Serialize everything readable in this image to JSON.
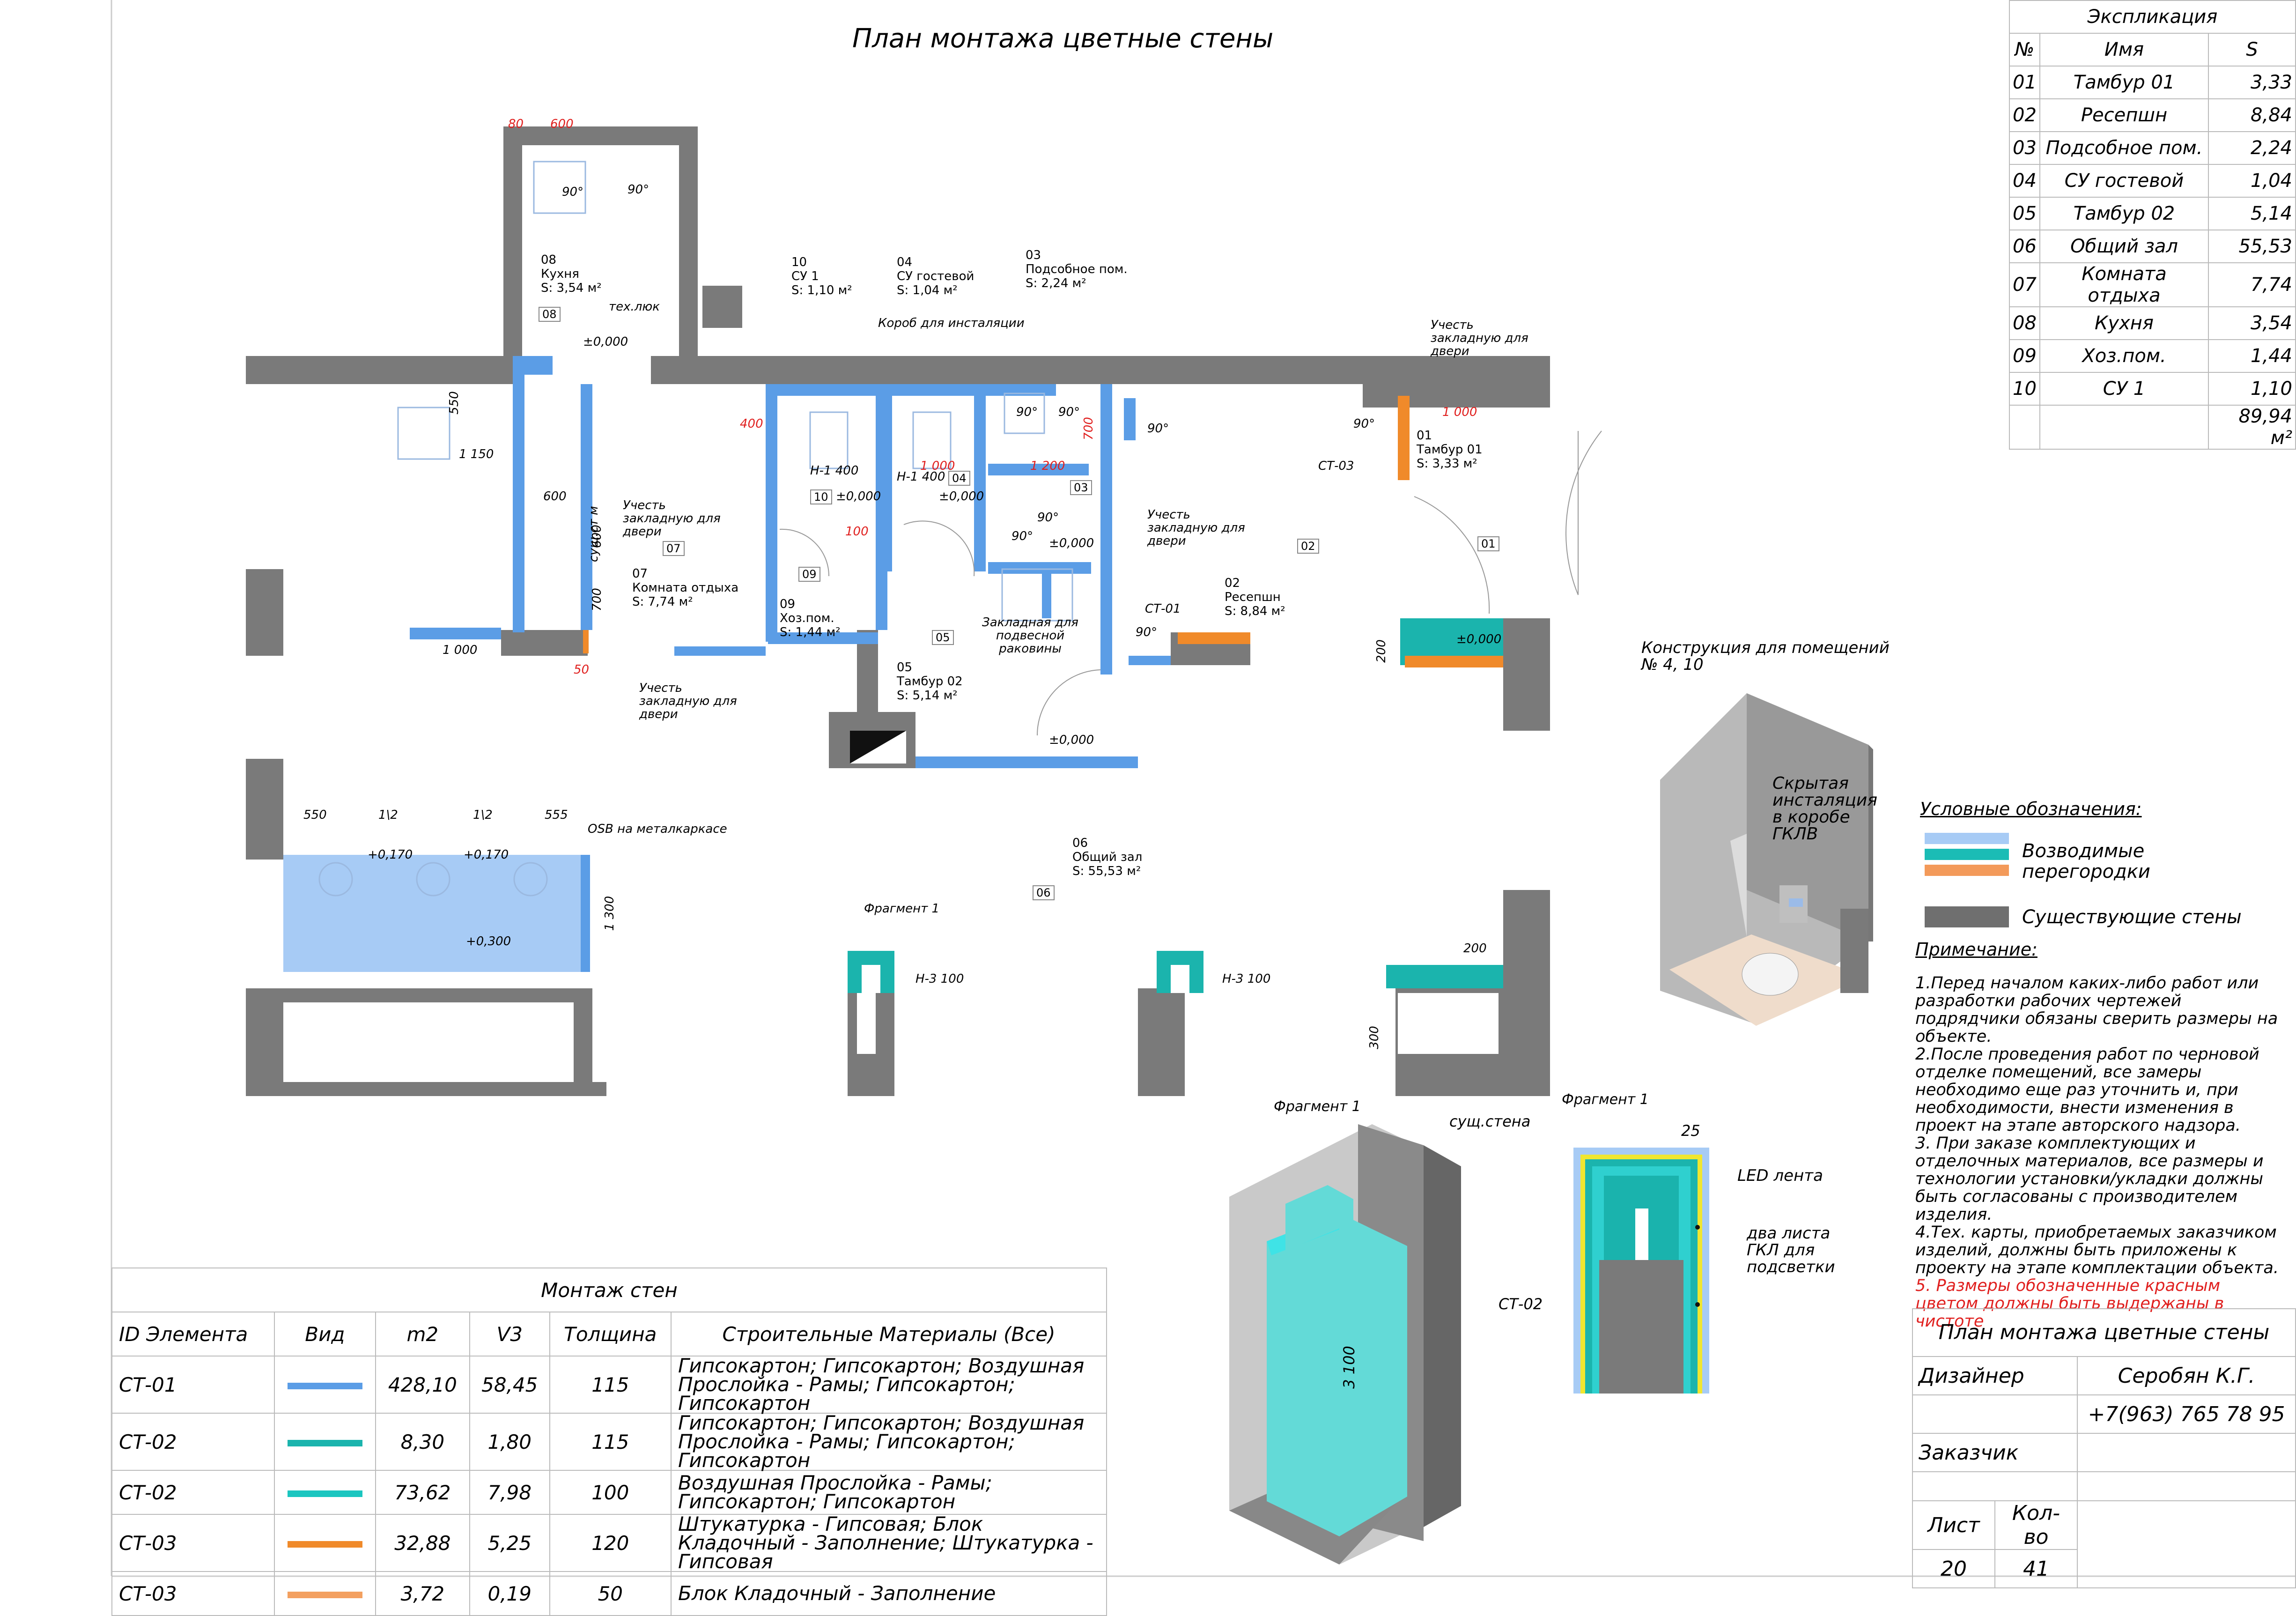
{
  "drawing_title": "План монтажа цветные стены",
  "explication": {
    "title": "Экспликация",
    "headers": [
      "№",
      "Имя",
      "S"
    ],
    "rows": [
      [
        "01",
        "Тамбур 01",
        "3,33"
      ],
      [
        "02",
        "Ресепшн",
        "8,84"
      ],
      [
        "03",
        "Подсобное пом.",
        "2,24"
      ],
      [
        "04",
        "СУ гостевой",
        "1,04"
      ],
      [
        "05",
        "Тамбур 02",
        "5,14"
      ],
      [
        "06",
        "Общий зал",
        "55,53"
      ],
      [
        "07",
        "Комната отдыха",
        "7,74"
      ],
      [
        "08",
        "Кухня",
        "3,54"
      ],
      [
        "09",
        "Хоз.пом.",
        "1,44"
      ],
      [
        "10",
        "СУ 1",
        "1,10"
      ]
    ],
    "total": "89,94 м²"
  },
  "rooms": {
    "r08": {
      "num": "08",
      "name": "Кухня",
      "area": "S: 3,54 м²"
    },
    "r10": {
      "num": "10",
      "name": "СУ 1",
      "area": "S: 1,10 м²"
    },
    "r04": {
      "num": "04",
      "name": "СУ гостевой",
      "area": "S:      1,04 м²"
    },
    "r03": {
      "num": "03",
      "name": "Подсобное пом.",
      "area": "S:      2,24 м²"
    },
    "r01": {
      "num": "01",
      "name": "Тамбур 01",
      "area": "S:  3,33 м²"
    },
    "r07": {
      "num": "07",
      "name": "Комната отдыха",
      "area": "S:         7,74 м²"
    },
    "r09": {
      "num": "09",
      "name": "Хоз.пом.",
      "area": "S: 1,44 м²"
    },
    "r05": {
      "num": "05",
      "name": "Тамбур 02",
      "area": "S:   5,14 м²"
    },
    "r02": {
      "num": "02",
      "name": "Ресепшн",
      "area": "S: 8,84 м²"
    },
    "r06": {
      "num": "06",
      "name": "Общий зал",
      "area": "S: 55,53 м²"
    }
  },
  "plan_labels": {
    "tech_hatch": "тех.люк",
    "box_install": "Короб для инсталяции",
    "door_mortgage": "Учесть закладную для двери",
    "mortgage_sink": "Закладная для подвесной раковины",
    "existing_wall_tag": "сущ.ст м",
    "osb": "OSB на металкаркасе",
    "fragment": "Фрагмент 1",
    "ct01": "СТ-01",
    "ct03": "СТ-03",
    "ct02": "СТ-02",
    "h3100": "Н-3 100",
    "h1400": "Н-1 400",
    "level0": "±0,000",
    "level170": "+0,170",
    "level300": "+0,300",
    "deg90": "90°"
  },
  "dims": {
    "d80": "80",
    "d600": "600",
    "d550": "550",
    "d1150": "1 150",
    "d400": "400",
    "d700": "700",
    "d1000": "1 000",
    "d100": "100",
    "d1200": "1 200",
    "d200": "200",
    "d50": "50",
    "d1300": "1 300",
    "d1_2": "1\\2",
    "d555": "555",
    "d300": "300"
  },
  "construction": {
    "title": "Конструкция для помещений № 4, 10",
    "hidden": "Скрытая инсталяция в коробе ГКЛВ"
  },
  "legend": {
    "title": "Условные обозначения:",
    "erected": "Возводимые перегородки",
    "existing": "Существующие стены",
    "colors": {
      "blue_light": "#a7cbf5",
      "teal": "#1bbcb5",
      "orange": "#f39a5a",
      "existing": "#6f6f6f"
    }
  },
  "notes": {
    "title": "Примечание:",
    "items": [
      "1.Перед началом каких-либо работ или разработки рабочих чертежей подрядчики обязаны сверить размеры на объекте.",
      "2.После проведения работ по черновой отделке помещений, все замеры необходимо еще раз уточнить и, при необходимости, внести изменения в проект на этапе авторского надзора.",
      "3. При заказе комплектующих и отделочных материалов, все размеры и технологии установки/укладки должны быть согласованы с производителем изделия.",
      "4.Тех. карты, приобретаемых заказчиком изделий, должны быть приложены к проекту на этапе комплектации объекта."
    ],
    "red": "5. Размеры обозначенные красным цветом должны быть выдержаны в чистоте"
  },
  "fragment_detail": {
    "title": "Фрагмент 1",
    "exist_wall": "сущ.стена",
    "height": "3 100",
    "ct02": "СТ-02",
    "led": "LED лента",
    "gkl": "два листа ГКЛ для подсветки",
    "d25": "25"
  },
  "walls_table": {
    "title": "Монтаж стен",
    "headers": [
      "ID Элемента",
      "Вид",
      "m2",
      "V3",
      "Толщина",
      "Строительные Материалы (Все)"
    ],
    "rows": [
      {
        "id": "СТ-01",
        "color": "#5b9de6",
        "m2": "428,10",
        "v3": "58,45",
        "t": "115",
        "mat": "Гипсокартон; Гипсокартон; Воздушная Прослойка - Рамы; Гипсокартон; Гипсокартон"
      },
      {
        "id": "СТ-02",
        "color": "#1bb4ad",
        "m2": "8,30",
        "v3": "1,80",
        "t": "115",
        "mat": "Гипсокартон; Гипсокартон; Воздушная Прослойка - Рамы; Гипсокартон; Гипсокартон"
      },
      {
        "id": "СТ-02",
        "color": "#1bc6c0",
        "m2": "73,62",
        "v3": "7,98",
        "t": "100",
        "mat": "Воздушная Прослойка - Рамы; Гипсокартон; Гипсокартон"
      },
      {
        "id": "СТ-03",
        "color": "#f08a2a",
        "m2": "32,88",
        "v3": "5,25",
        "t": "120",
        "mat": "Штукатурка - Гипсовая; Блок Кладочный - Заполнение; Штукатурка - Гипсовая"
      },
      {
        "id": "СТ-03",
        "color": "#f3a060",
        "m2": "3,72",
        "v3": "0,19",
        "t": "50",
        "mat": "Блок Кладочный - Заполнение"
      }
    ]
  },
  "title_block": {
    "title": "План монтажа цветные стены",
    "designer_label": "Дизайнер",
    "designer": "Серобян К.Г.",
    "phone": "+7(963) 765 78 95",
    "client_label": "Заказчик",
    "sheet_label": "Лист",
    "count_label": "Кол-во",
    "sheet": "20",
    "count": "41"
  }
}
